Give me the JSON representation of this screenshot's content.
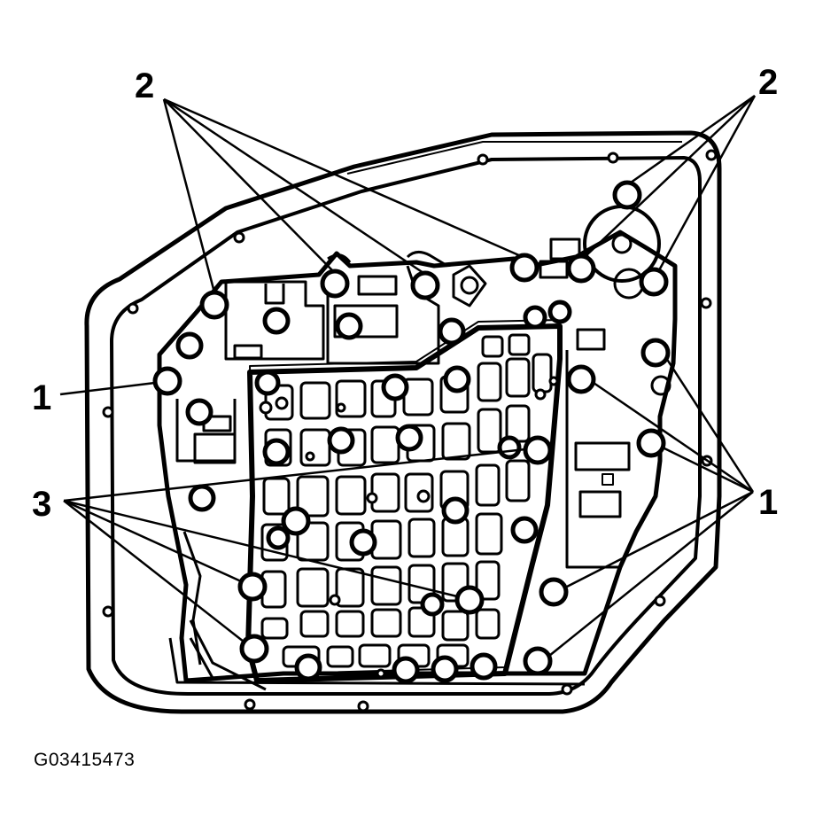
{
  "figure": {
    "id": "G03415473"
  },
  "callouts": {
    "top_left": "2",
    "top_right": "2",
    "left": "1",
    "right": "1",
    "lower_left": "3"
  }
}
